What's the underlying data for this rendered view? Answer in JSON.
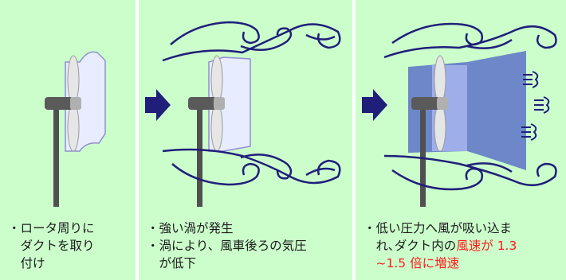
{
  "colors": {
    "panel_background": "#ccfecc",
    "arrow_and_vortex": "#1f1f7a",
    "duct_outline": "#8f8fd0",
    "pressure_region": "#5c72c8",
    "highlight_text": "#ff1a1a"
  },
  "panels": [
    {
      "caption_lines": [
        "・ロータ周りに",
        "　ダクトを取り",
        "　付け"
      ]
    },
    {
      "caption_lines": [
        "・強い渦が発生",
        "・渦により、風車後ろの気圧",
        "　が低下"
      ]
    },
    {
      "caption_lines": [
        {
          "normal": "・低い圧力へ風が吸い込ま",
          "highlight": ""
        },
        {
          "normal": "　れ､ダクト内の",
          "highlight": "風速が 1.3"
        },
        {
          "normal": "　",
          "highlight": "~1.5 倍に増速"
        }
      ]
    }
  ]
}
